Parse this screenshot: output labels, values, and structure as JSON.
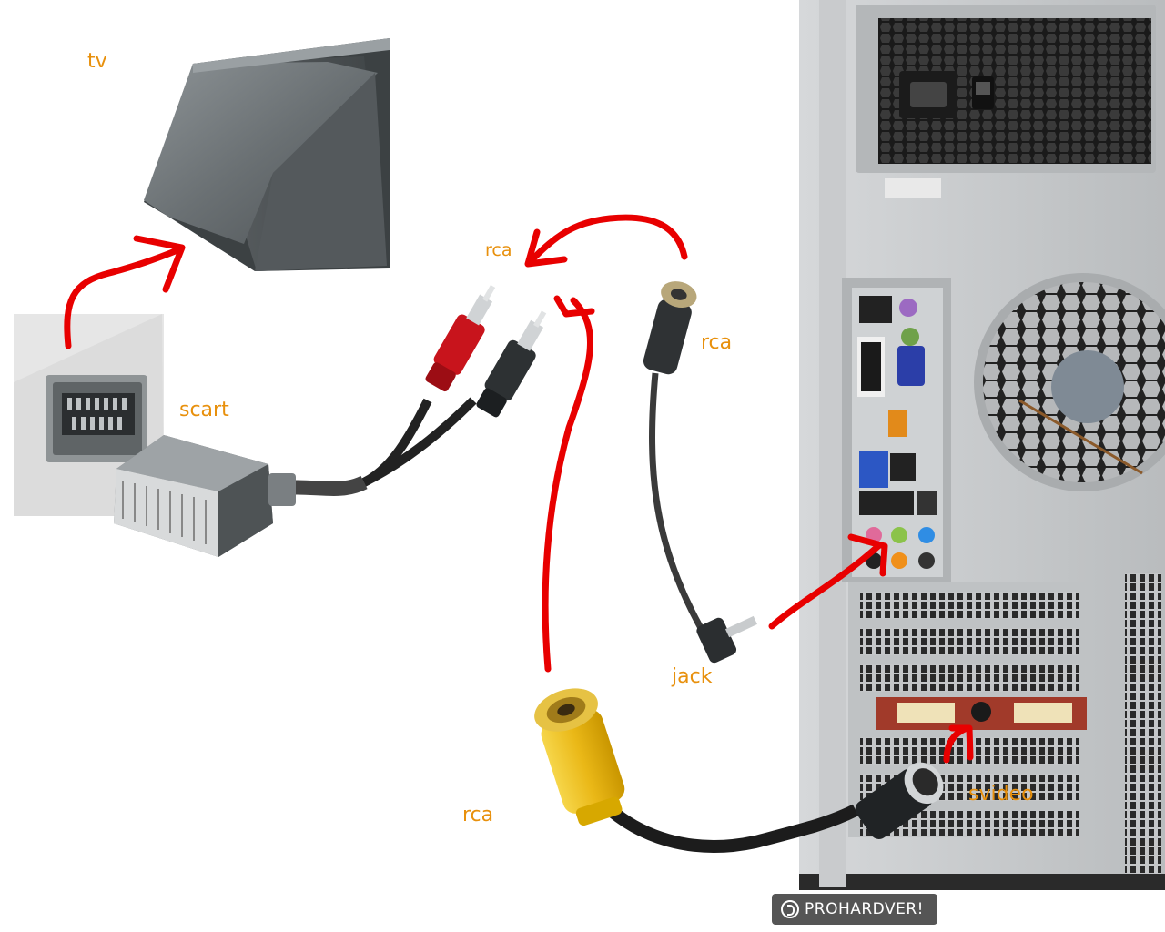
{
  "labels": {
    "tv": "tv",
    "scart": "scart",
    "rca_top": "rca",
    "rca_right": "rca",
    "rca_bottom": "rca",
    "jack": "jack",
    "svideo": "svideo"
  },
  "watermark": {
    "text": "PROHARDVER!"
  },
  "colors": {
    "label": "#e8900c",
    "arrow": "#e80000",
    "case": "#c7c9cb",
    "rca_yellow": "#f0c21a",
    "rca_red": "#c8141c"
  }
}
